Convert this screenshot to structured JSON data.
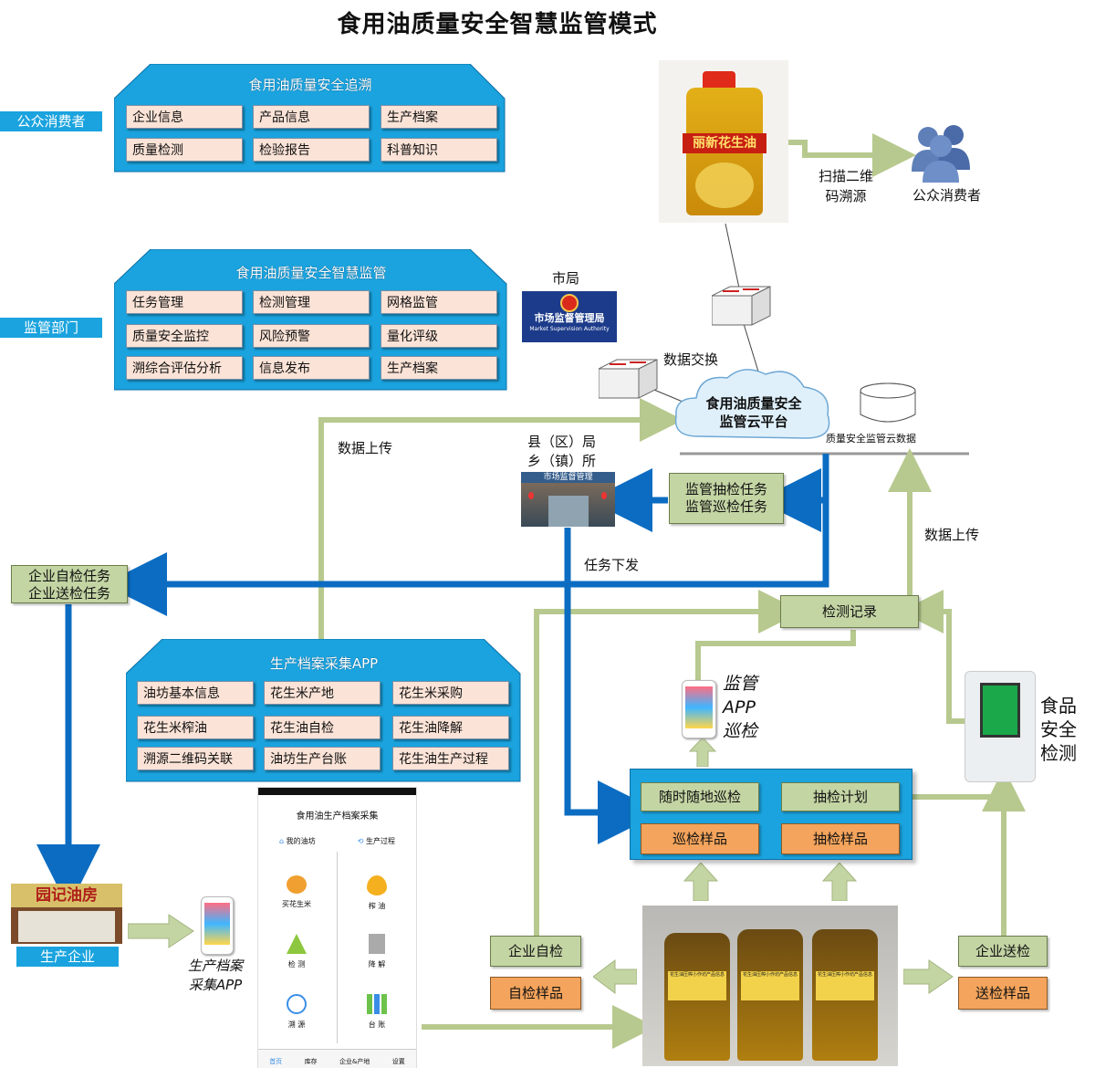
{
  "title": "食用油质量安全智慧监管模式",
  "colors": {
    "panel_blue": "#1aa3de",
    "flow_blue": "#0b6cc2",
    "flow_green": "#b7c98e",
    "cell_pink": "#fbe3d7",
    "green_box": "#c4d5a4",
    "orange_box": "#f4a45c"
  },
  "trace_panel": {
    "title": "食用油质量安全追溯",
    "role": "公众消费者",
    "items": [
      "企业信息",
      "产品信息",
      "生产档案",
      "质量检测",
      "检验报告",
      "科普知识"
    ]
  },
  "supervision_panel": {
    "title": "食用油质量安全智慧监管",
    "role": "监管部门",
    "items": [
      "任务管理",
      "检测管理",
      "网格监管",
      "质量安全监控",
      "风险预警",
      "量化评级",
      "溯综合评估分析",
      "信息发布",
      "生产档案"
    ]
  },
  "product": {
    "bottle_label": "丽新花生油",
    "scan_label": "扫描二维\n码溯源",
    "consumer_label": "公众消费者"
  },
  "city_bureau": {
    "label": "市局",
    "logo_cn": "市场监督管理局",
    "logo_en": "Market Supervision Authority"
  },
  "cloud": {
    "label": "食用油质量安全\n监管云平台",
    "exchange_label": "数据交换",
    "db_label": "质量安全监管云数据"
  },
  "county": {
    "label": "县（区）局\n乡（镇）所",
    "sign": "市场监督管理"
  },
  "tasks": {
    "gov_tasks": "监管抽检任务\n监管巡检任务",
    "enterprise_tasks": "企业自检任务\n企业送检任务",
    "dispatch": "任务下发"
  },
  "upload": {
    "left": "数据上传",
    "right": "数据上传"
  },
  "app_panel": {
    "title": "生产档案采集APP",
    "items": [
      "油坊基本信息",
      "花生米产地",
      "花生米采购",
      "花生米榨油",
      "花生油自检",
      "花生油降解",
      "溯源二维码关联",
      "油坊生产台账",
      "花生油生产过程"
    ]
  },
  "phone_screen": {
    "title": "食用油生产档案采集",
    "tab_left": "我的油坊",
    "tab_right": "生产过程",
    "tiles": [
      "买花生米",
      "榨 油",
      "检 测",
      "降 解",
      "溯 源",
      "台 账"
    ],
    "nav": [
      "首页",
      "库存",
      "企业&产地",
      "设置"
    ]
  },
  "shop": {
    "sign": "园记油房",
    "label": "生产企业"
  },
  "collector_app_label": "生产档案\n采集APP",
  "inspection": {
    "record": "检测记录",
    "app_label": "监管\nAPP\n巡检",
    "device_label": "食品\n安全\n检测",
    "anytime": "随时随地巡检",
    "plan": "抽检计划",
    "patrol_sample": "巡检样品",
    "spot_sample": "抽检样品"
  },
  "enterprise": {
    "self_check": "企业自检",
    "self_sample": "自检样品",
    "send_check": "企业送检",
    "send_sample": "送检样品"
  },
  "oil_label": "花生油压榨小作坊产品信息"
}
